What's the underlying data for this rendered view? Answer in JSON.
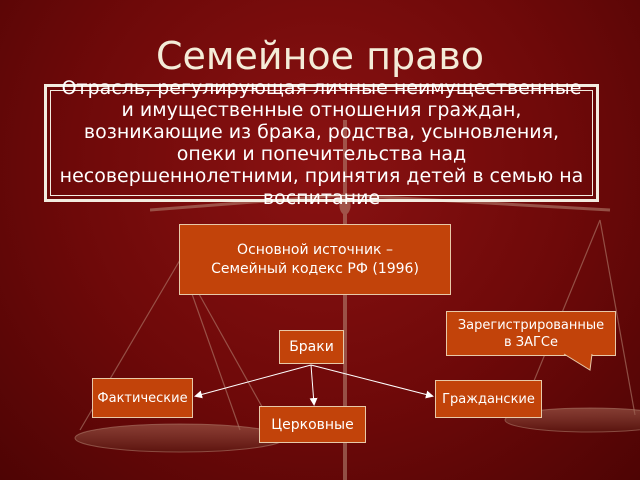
{
  "slide": {
    "title": "Семейное право",
    "definition": "Отрасль, регулирующая личные неимущественные и имущественные отношения граждан, возникающие из брака, родства, усыновления, опеки и попечительства над несовершеннолетними, принятия детей в семью на воспитание"
  },
  "diagram": {
    "source": [
      "Основной источник –",
      "Семейный кодекс РФ (1996)"
    ],
    "marriages": "Браки",
    "actual": "Фактические",
    "church": "Церковные",
    "civil": "Гражданские",
    "registered": [
      "Зарегистрированные",
      "в ЗАГСе"
    ]
  },
  "colors": {
    "background": "#6e0909",
    "node_fill": "#c2430a",
    "text": "#ffffff",
    "title": "#f4ecd8"
  },
  "icons": [
    "scales-of-justice-icon"
  ]
}
